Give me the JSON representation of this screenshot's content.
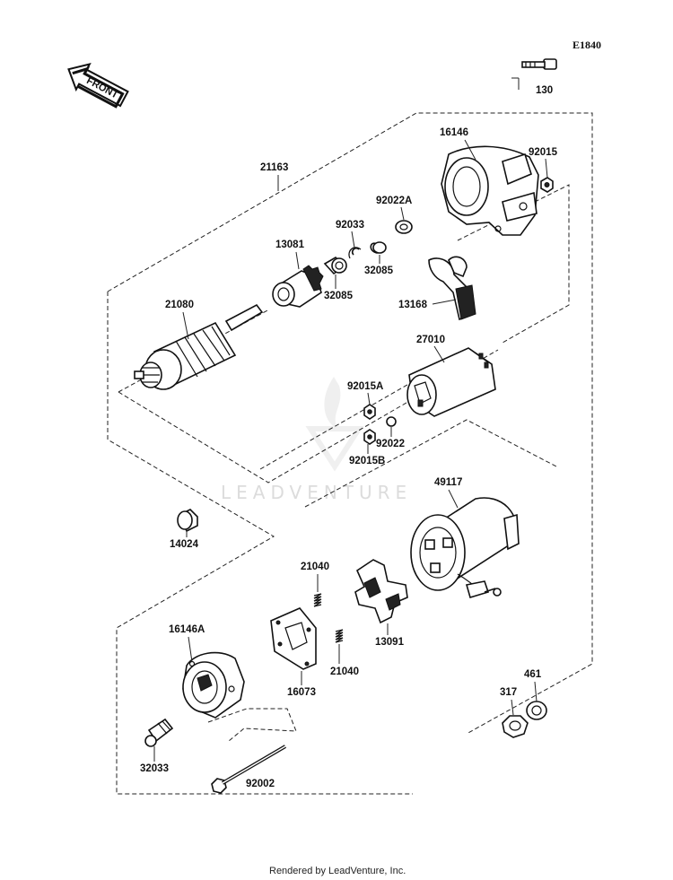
{
  "diagram_code": "E1840",
  "front_label": "FRONT",
  "watermark": "LEADVENTURE",
  "footer": "Rendered by LeadVenture, Inc.",
  "parts": {
    "p130": "130",
    "p16146": "16146",
    "p92015": "92015",
    "p21163": "21163",
    "p92022A": "92022A",
    "p92033": "92033",
    "p13081": "13081",
    "p32085a": "32085",
    "p32085b": "32085",
    "p13168": "13168",
    "p21080": "21080",
    "p27010": "27010",
    "p92015A": "92015A",
    "p92022": "92022",
    "p92015B": "92015B",
    "p49117": "49117",
    "p14024": "14024",
    "p21040a": "21040",
    "p21040b": "21040",
    "p13091": "13091",
    "p16146A": "16146A",
    "p16073": "16073",
    "p461": "461",
    "p317": "317",
    "p32033": "32033",
    "p92002": "92002"
  }
}
